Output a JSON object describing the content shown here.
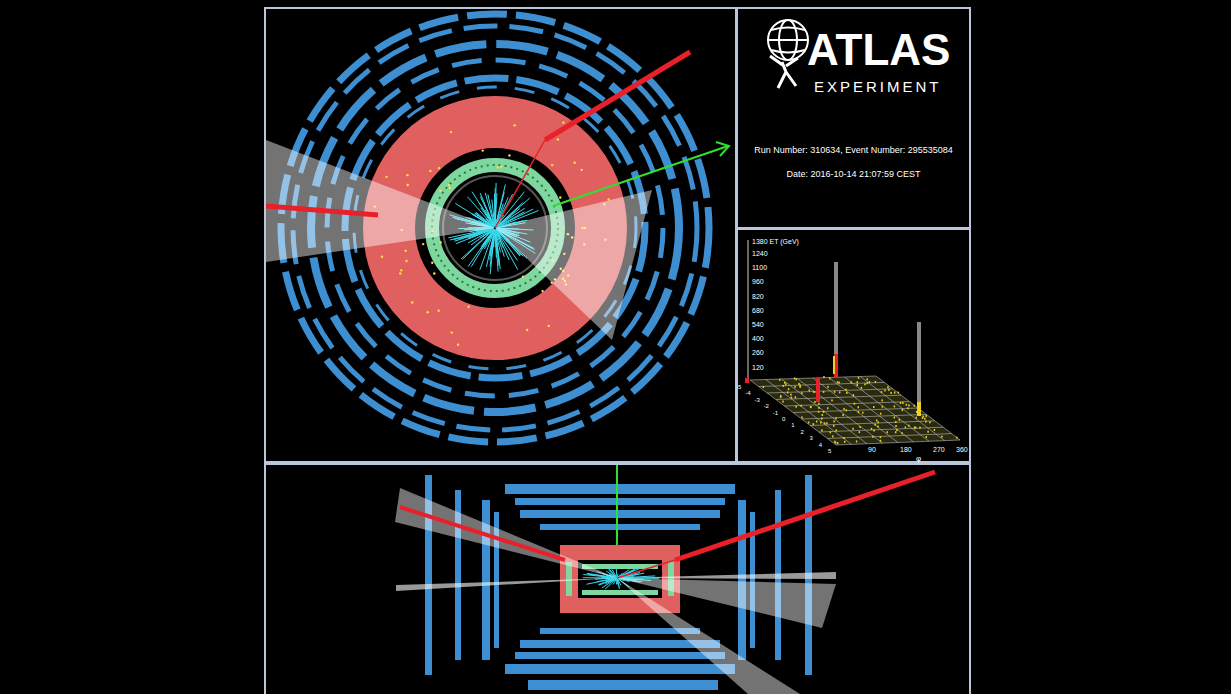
{
  "diagram": {
    "labels": [
      "ATLAS",
      "EXPERIMENT",
      "Run Number: 310634, Event Number: 295535084",
      "Date: 2016-10-14 21:07:59 CEST",
      "1380 ET (GeV)",
      "1240",
      "1100",
      "960",
      "820",
      "680",
      "540",
      "400",
      "260",
      "120",
      "90",
      "180",
      "270",
      "360",
      "φ",
      "-5",
      "-4",
      "-3",
      "-2",
      "-1",
      "0",
      "1",
      "2",
      "3",
      "4",
      "5"
    ]
  }
}
